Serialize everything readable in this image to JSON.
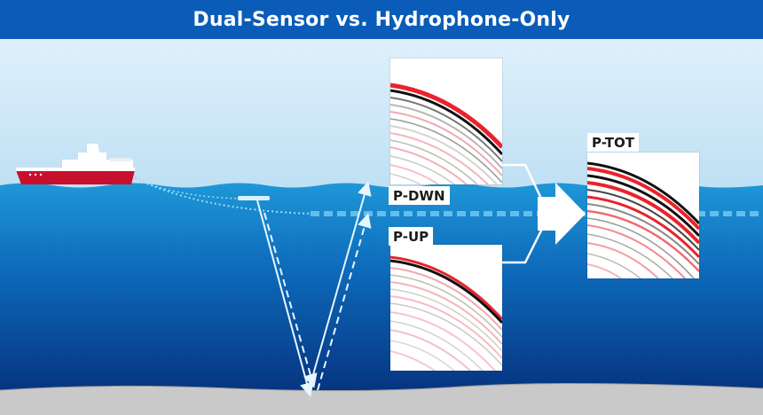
{
  "title": "Dual-Sensor vs. Hydrophone-Only",
  "labels": {
    "p_down": "P-DWN",
    "p_up": "P-UP",
    "p_total": "P-TOT"
  },
  "colors": {
    "banner": "#0a5cb8",
    "sky": "#cfe7f7",
    "sea_top": "#1b8fd2",
    "sea_bottom": "#063a86",
    "seabed": "#c8c8c8",
    "ship_hull": "#c8102e",
    "wave_red": "#e8232d",
    "wave_black": "#111111",
    "ray": "#e8f6ff"
  },
  "icons": [
    "ship-icon",
    "merge-arrow-icon"
  ]
}
